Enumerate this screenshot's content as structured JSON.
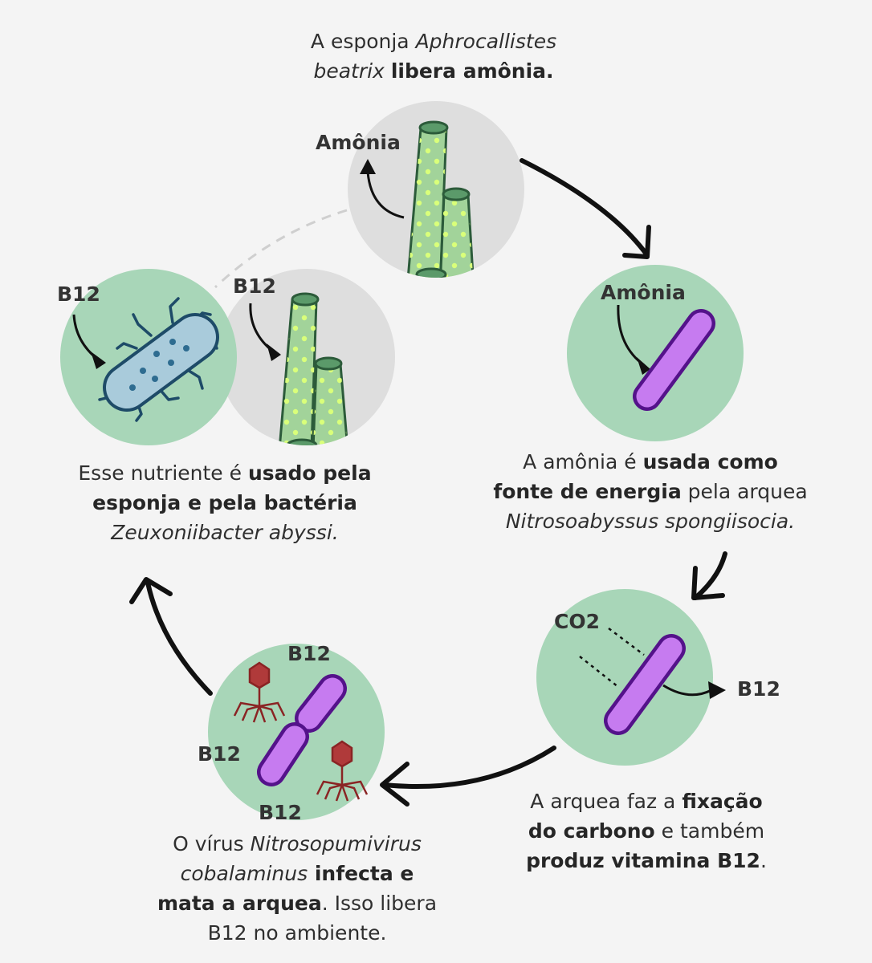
{
  "steps": {
    "sponge": {
      "text_1": "A esponja ",
      "species": "Aphrocallistes",
      "species_2": "beatrix",
      "bold": "libera amônia."
    },
    "archaea": {
      "text_1": "A amônia é ",
      "bold_1": "usada como",
      "bold_2": "fonte de energia",
      "text_2": " pela arquea",
      "species": "Nitrosoabyssus spongiisocia."
    },
    "fixation": {
      "text_1": "A arquea faz a ",
      "bold_1": "fixação",
      "bold_2": "do carbono",
      "text_2": " e também",
      "bold_3": "produz vitamina B12",
      "text_3": "."
    },
    "virus": {
      "text_1": "O vírus ",
      "species_1": "Nitrosopumivirus",
      "species_2": "cobalaminus",
      "bold_1": " infecta e",
      "bold_2": "mata a arquea",
      "text_2": ". Isso libera",
      "text_3": "B12 no ambiente."
    },
    "nutrient": {
      "text_1": "Esse nutriente é ",
      "bold_1": "usado pela",
      "bold_2": "esponja e pela bactéria",
      "species": "Zeuxoniibacter abyssi."
    }
  },
  "labels": {
    "ammonia_top": "Amônia",
    "ammonia_archaea": "Amônia",
    "co2": "CO2",
    "b12_fixation": "B12",
    "b12_virus_top": "B12",
    "b12_virus_left": "B12",
    "b12_virus_bottom": "B12",
    "b12_bacteria": "B12",
    "b12_sponge": "B12"
  },
  "colors": {
    "background": "#f4f4f4",
    "circle_green": "#a8d6b8",
    "circle_grey": "#dedede",
    "sponge_tube": "#a2d39a",
    "sponge_dots": "#d8ff7a",
    "archaea_purple": "#c67bf0",
    "archaea_outline": "#54128a",
    "bacteria_blue": "#a9cbdb",
    "bacteria_outline": "#1e4b68",
    "virus_red": "#a03030",
    "arrow": "#111111"
  }
}
